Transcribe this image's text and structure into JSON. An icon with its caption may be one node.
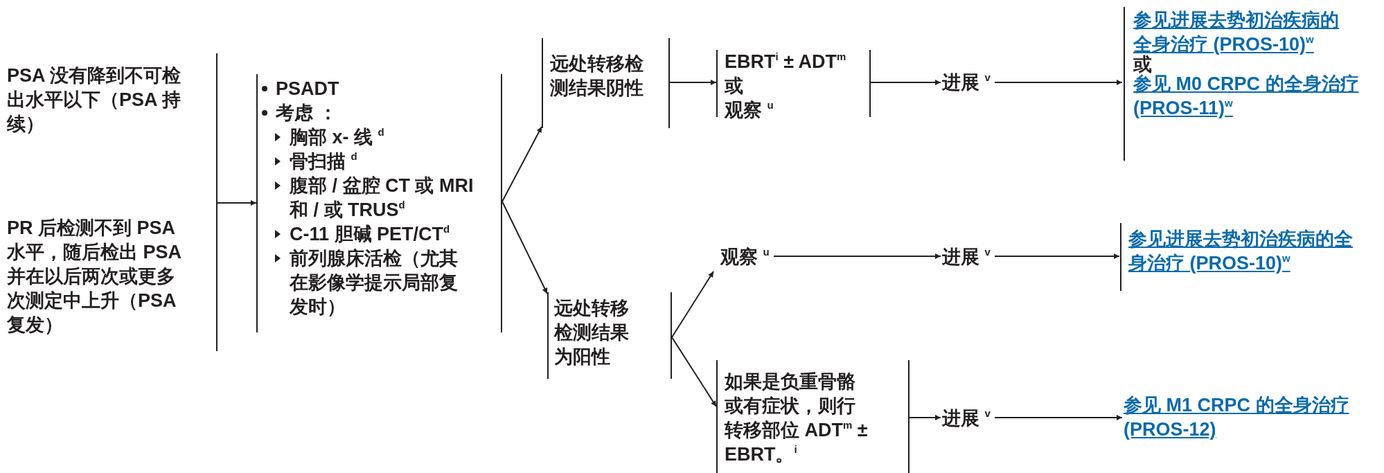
{
  "diagram": {
    "nodes": [
      {
        "text": [
          "PSA 没有降到不可检出水平以下（PSA 持续）"
        ]
      },
      {
        "text": [
          "PR 后检测不到 PSA 水平，随后检出 PSA 并在以后两次或更多次测定中上升（PSA 复发）"
        ]
      },
      {
        "text": [
          "PSADT",
          "考虑 ：",
          "胸部 x- 线 $^{d}$",
          "骨扫描 $^{d}$",
          "腹部 / 盆腔 CT 或 MRI 和 / 或 TRUS$^{d}$",
          "C-11 胆碱 PET/CT$^{d}$",
          "前列腺床活检（尤其在影像学提示局部复发时）"
        ]
      },
      {
        "text": [
          "远处转移检测结果阴性"
        ]
      },
      {
        "text": [
          "远处转移检测结果为阳性"
        ]
      },
      {
        "text": [
          "EBRT$^{i}$ ± ADT$^{m}$",
          "或",
          "观察 $^{u}$"
        ]
      },
      {
        "text": [
          "进展 $^{v}$"
        ]
      },
      {
        "text": [
          "参见进展去势初治疾病的全身治疗 (PROS-10)$^{w}$",
          "或",
          "参见 M0 CRPC 的全身治疗 (PROS-11)$^{w}$"
        ]
      },
      {
        "text": [
          "观察 $^{u}$"
        ]
      },
      {
        "text": [
          "进展 $^{v}$"
        ]
      },
      {
        "text": [
          "参见进展去势初治疾病的全身治疗 (PROS-10)$^{w}$"
        ]
      },
      {
        "text": [
          "如果是负重骨骼或有症状，则行转移部位 ADT$^{m}$ ± EBRT。$^{i}$"
        ]
      },
      {
        "text": [
          "进展 $^{v}$"
        ]
      },
      {
        "text": [
          "参见 M1 CRPC 的全身治疗 (PROS-12)"
        ]
      }
    ],
    "edges": [
      {
        "from": 0,
        "to": 2,
        "arrow": "to"
      },
      {
        "from": 1,
        "to": 2,
        "arrow": "to"
      },
      {
        "from": 2,
        "to": 3,
        "arrow": "to"
      },
      {
        "from": 2,
        "to": 4,
        "arrow": "to"
      },
      {
        "from": 3,
        "to": 5,
        "arrow": "to"
      },
      {
        "from": 5,
        "to": 6,
        "arrow": "to"
      },
      {
        "from": 6,
        "to": 7,
        "arrow": "to"
      },
      {
        "from": 4,
        "to": 8,
        "arrow": "to"
      },
      {
        "from": 4,
        "to": 11,
        "arrow": "to"
      },
      {
        "from": 8,
        "to": 9,
        "arrow": "to"
      },
      {
        "from": 9,
        "to": 10,
        "arrow": "to"
      },
      {
        "from": 11,
        "to": 12,
        "arrow": "to"
      },
      {
        "from": 12,
        "to": 13,
        "arrow": "to"
      }
    ]
  }
}
